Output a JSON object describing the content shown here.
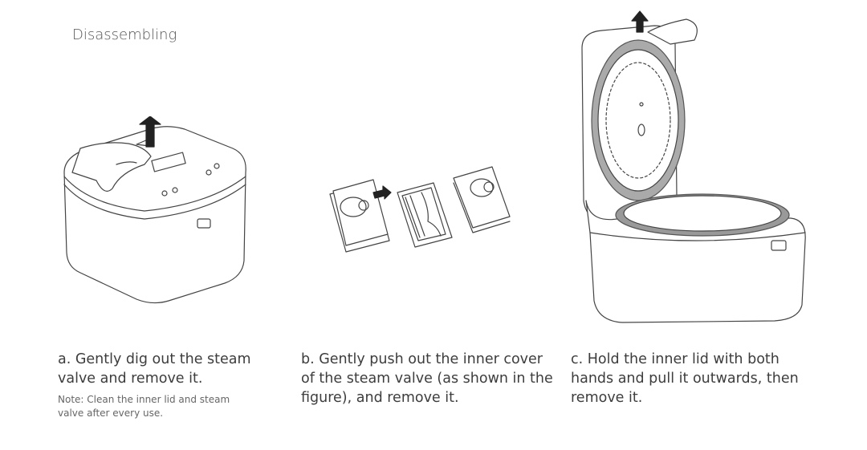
{
  "heading": "Disassembling",
  "steps": [
    {
      "caption": "a. Gently dig out the steam valve and remove it.",
      "note": "Note: Clean the inner lid and steam valve after every use."
    },
    {
      "caption": "b. Gently push out the inner cover of the steam valve (as shown in the figure), and remove it."
    },
    {
      "caption": "c. Hold the inner lid with both hands and pull it outwards, then remove it."
    }
  ]
}
